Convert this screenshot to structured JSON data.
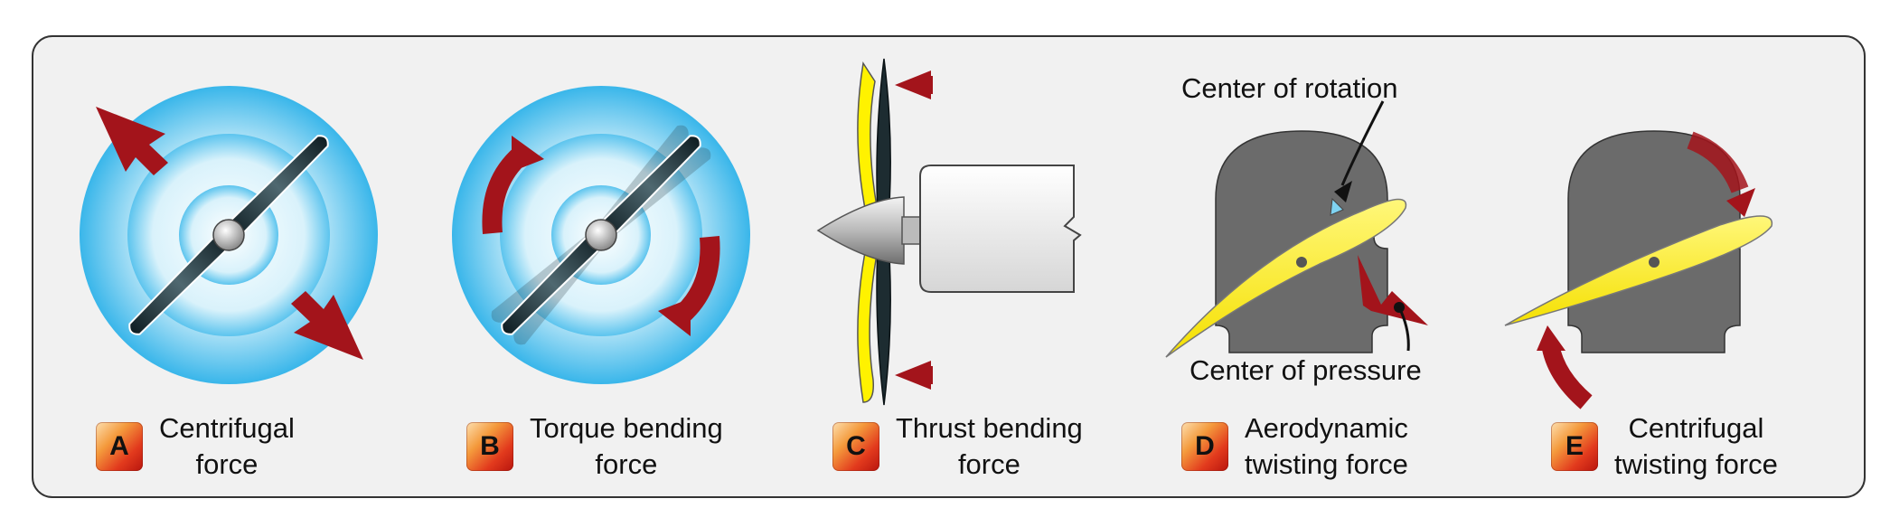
{
  "panels": [
    {
      "letter": "A",
      "line1": "Centrifugal",
      "line2": "force"
    },
    {
      "letter": "B",
      "line1": "Torque bending",
      "line2": "force"
    },
    {
      "letter": "C",
      "line1": "Thrust bending",
      "line2": "force"
    },
    {
      "letter": "D",
      "line1": "Aerodynamic",
      "line2": "twisting force"
    },
    {
      "letter": "E",
      "line1": "Centrifugal",
      "line2": "twisting force"
    }
  ],
  "annotations": {
    "center_of_rotation": "Center of rotation",
    "center_of_pressure": "Center of pressure"
  },
  "colors": {
    "frame_bg": "#f1f1f1",
    "disc_blue": "#39b6ea",
    "arrow_red": "#a3141b",
    "airfoil_yellow": "#fff200",
    "mount_gray": "#6b6b6b",
    "blade_dark": "#2a3b42"
  }
}
